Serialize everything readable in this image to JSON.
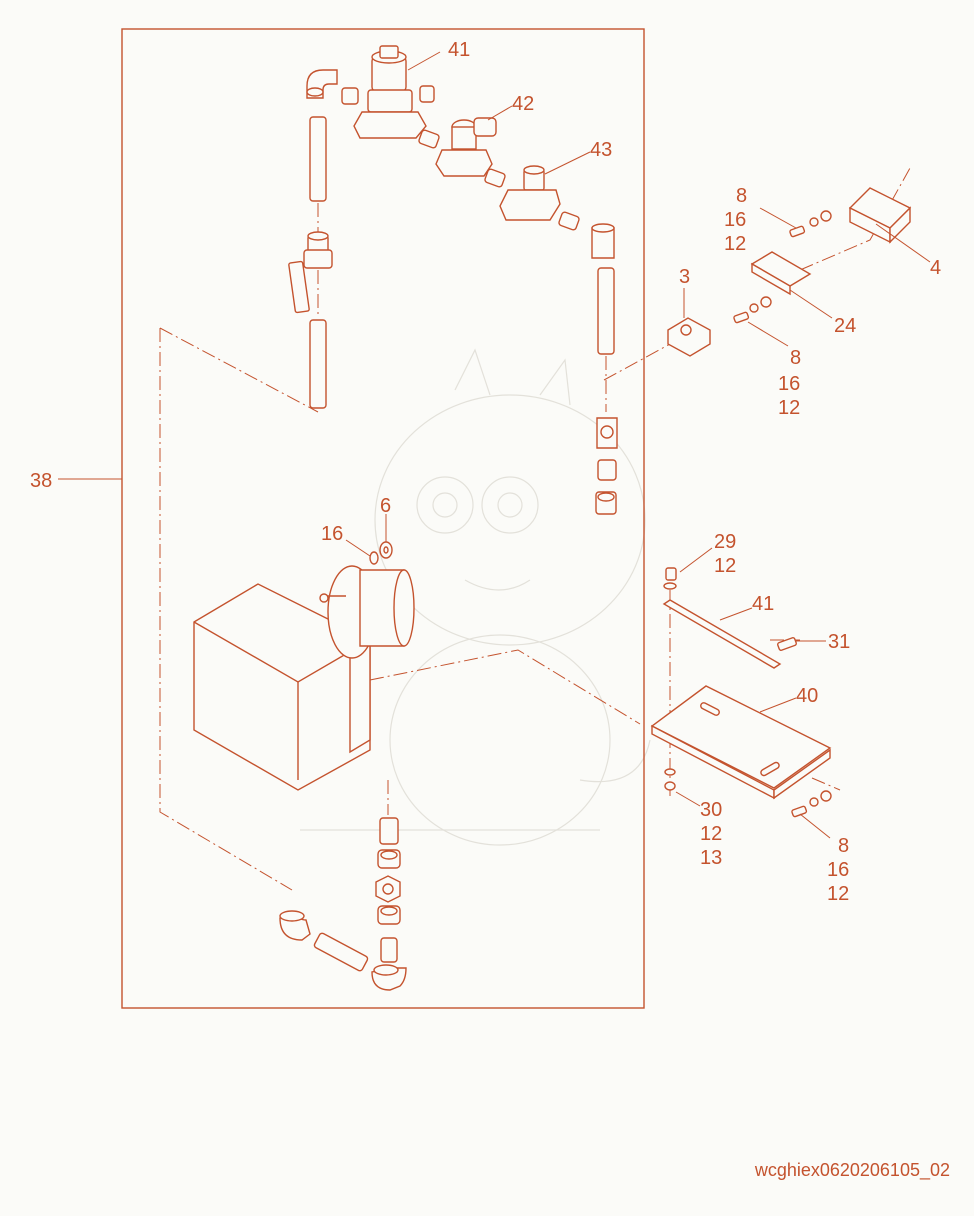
{
  "diagram": {
    "callouts": {
      "c41_top": "41",
      "c42": "42",
      "c43": "43",
      "c8_a": "8",
      "c16_a": "16",
      "c12_a": "12",
      "c4": "4",
      "c3": "3",
      "c24": "24",
      "c8_b": "8",
      "c16_b": "16",
      "c12_b": "12",
      "c38": "38",
      "c6": "6",
      "c16_c": "16",
      "c29": "29",
      "c12_c": "12",
      "c41_mid": "41",
      "c31": "31",
      "c40": "40",
      "c30": "30",
      "c12_d": "12",
      "c13": "13",
      "c8_c": "8",
      "c16_d": "16",
      "c12_e": "12"
    },
    "drawing_code": "wcghiex0620206105_02"
  },
  "colors": {
    "ink": "#c4532e",
    "background": "#fbfbf8",
    "watermark": "#e3e1da"
  }
}
